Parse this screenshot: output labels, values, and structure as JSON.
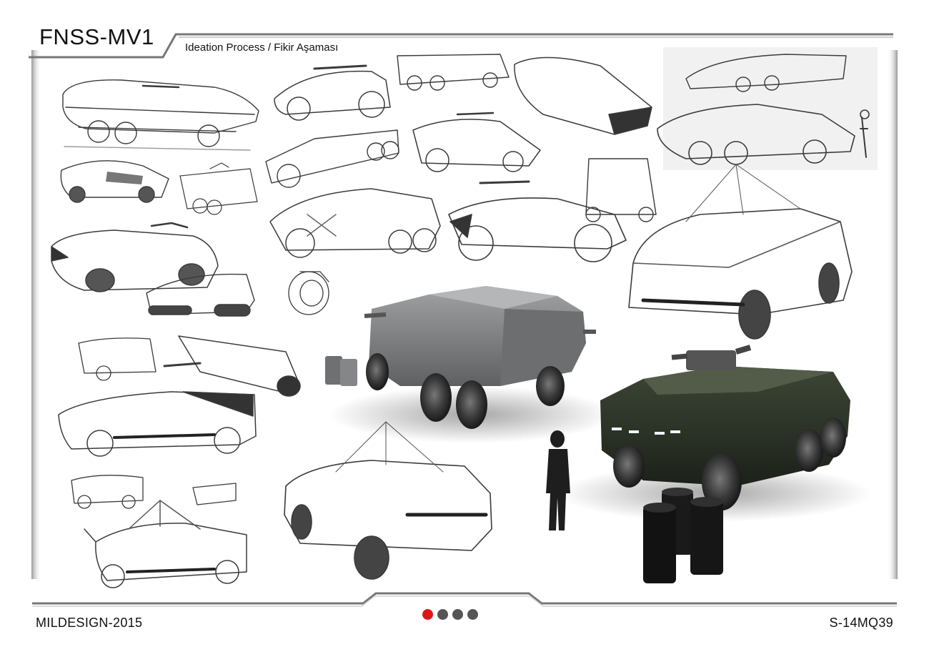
{
  "header": {
    "title": "FNSS-MV1",
    "subtitle": "Ideation Process / Fikir Aşaması"
  },
  "footer": {
    "left_label": "MILDESIGN-2015",
    "right_label": "S-14MQ39"
  },
  "pager": {
    "total": 4,
    "active_index": 0,
    "active_color": "#e01616",
    "inactive_color": "#555555"
  },
  "colors": {
    "frame_line": "#8a8a8a",
    "render_grey": "#7b7d80",
    "render_green": "#2b3226",
    "sketch_ink": "#3a3a3a"
  }
}
